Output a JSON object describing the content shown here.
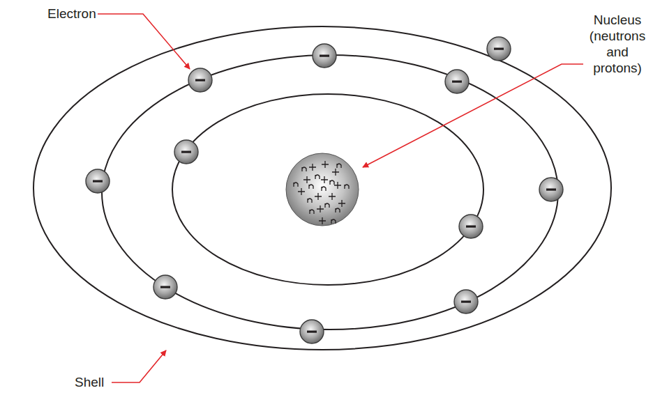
{
  "diagram": {
    "labels": [
      "Electron",
      "Nucleus (neutrons and protons)",
      "Shell"
    ]
  }
}
